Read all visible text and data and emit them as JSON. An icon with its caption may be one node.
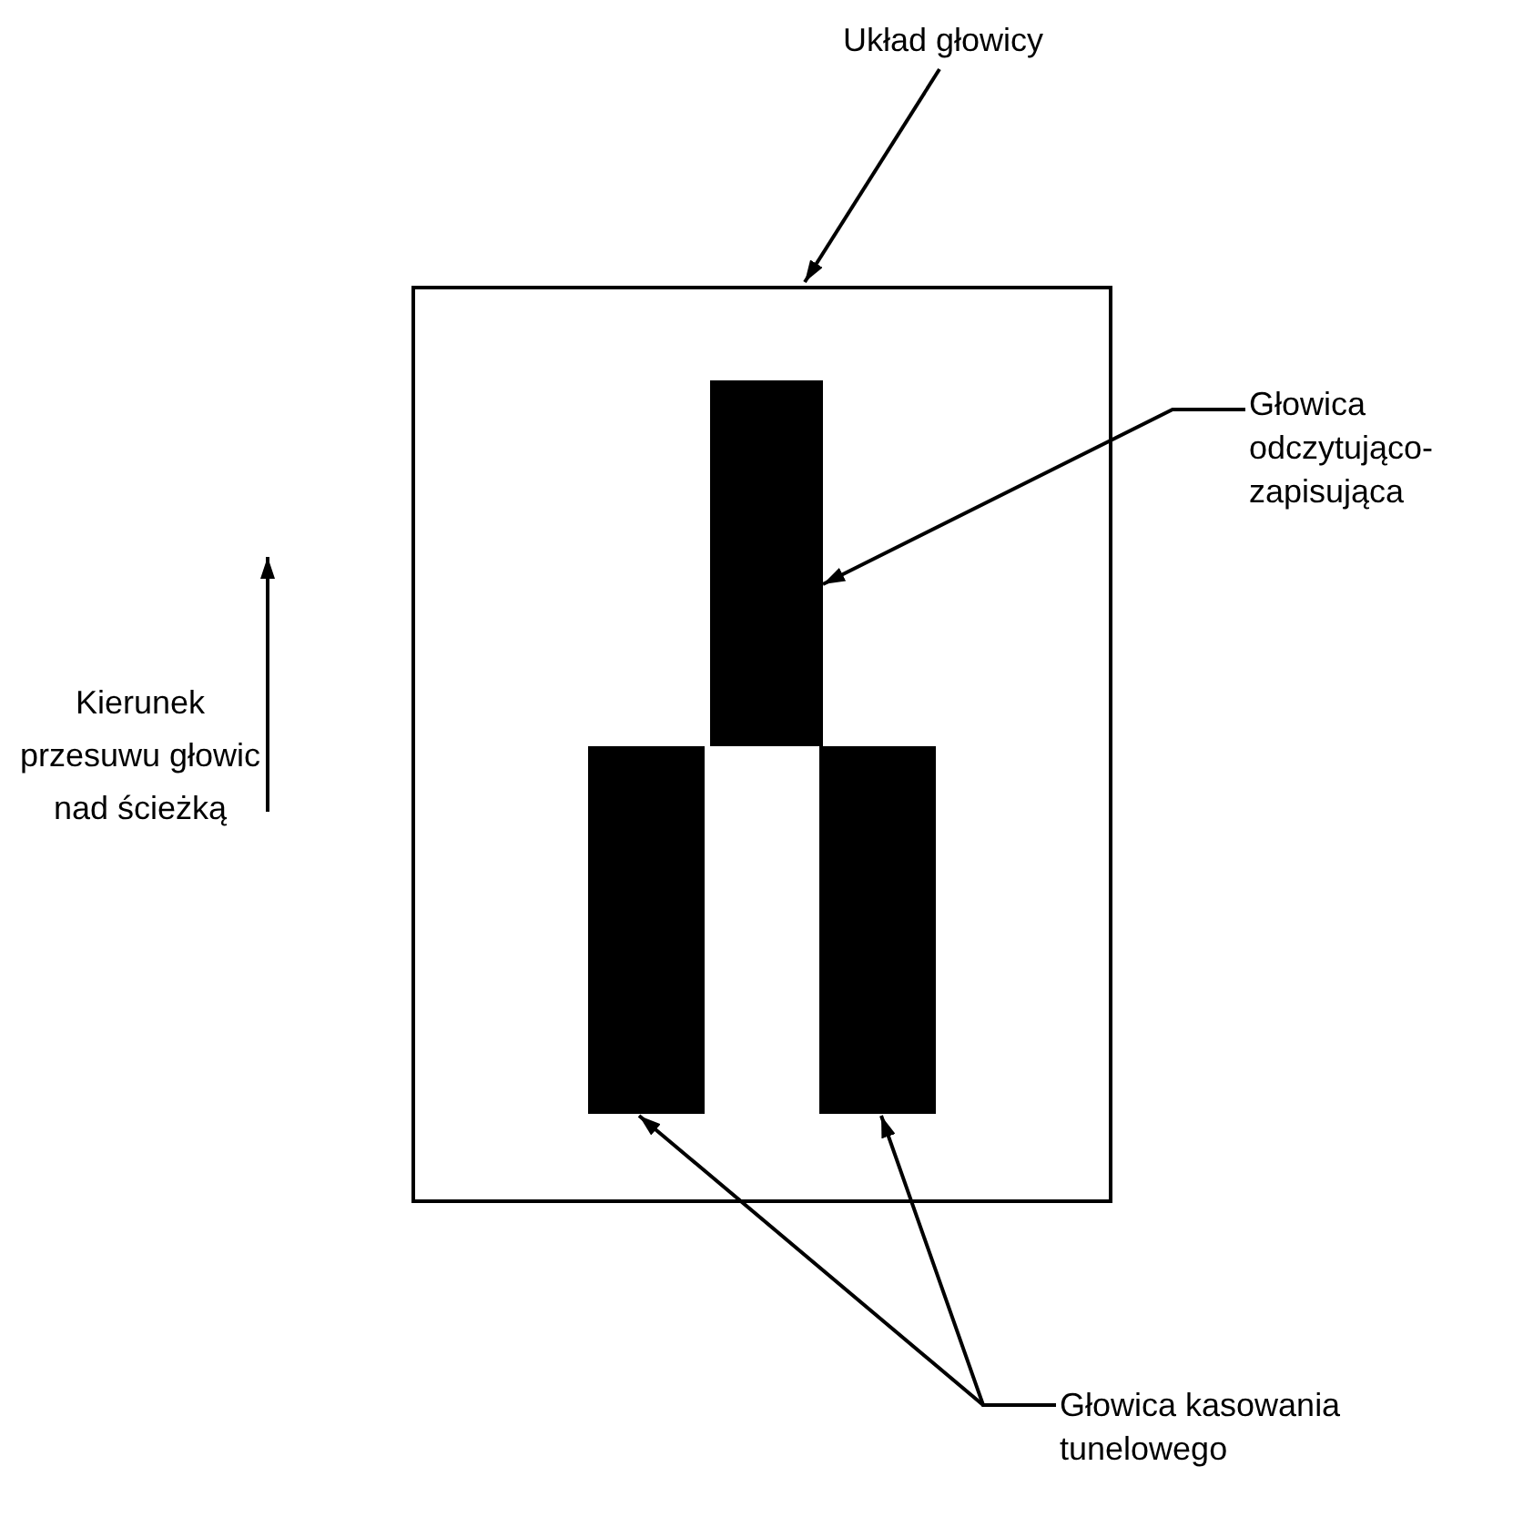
{
  "diagram": {
    "nodes": [
      {
        "text": [
          "Układ głowicy"
        ]
      },
      {
        "text": [],
        "shape": "box"
      },
      {
        "text": [],
        "shape": "bar",
        "in": 1
      },
      {
        "text": [],
        "shape": "bar",
        "in": 1
      },
      {
        "text": [],
        "shape": "bar",
        "in": 1
      },
      {
        "text": [
          "Głowica odczytująco-zapisująca"
        ]
      },
      {
        "text": [
          "Głowica kasowania tunelowego"
        ]
      }
    ],
    "edges": [
      {
        "from": 0,
        "to": 1,
        "arrow": "to"
      },
      {
        "from": 5,
        "to": 2,
        "arrow": "to"
      },
      {
        "from": 6,
        "to": 3,
        "arrow": "to"
      },
      {
        "from": 6,
        "to": 4,
        "arrow": "to"
      }
    ],
    "labels": [
      "Kierunek przesuwu głowic nad ścieżką"
    ]
  }
}
